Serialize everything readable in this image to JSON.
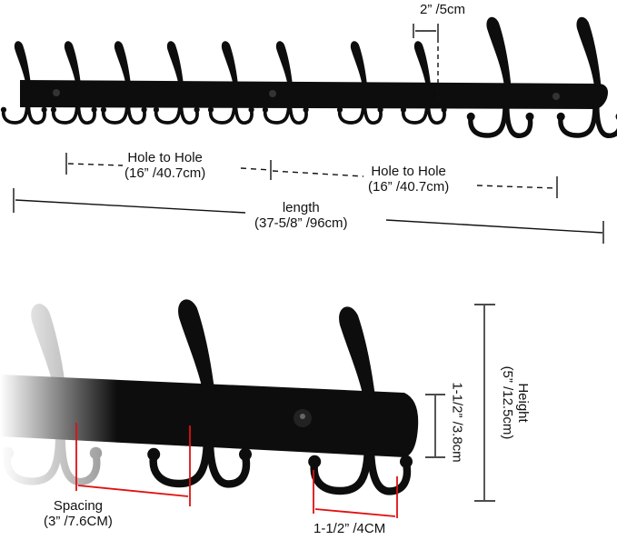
{
  "colors": {
    "product": "#0d0d0d",
    "dimension_line": "#111111",
    "highlight_line": "#e01010"
  },
  "top_view": {
    "hook_spacing_label": "2” /5cm",
    "hole_to_hole_left": {
      "title": "Hole to Hole",
      "value": "(16” /40.7cm)"
    },
    "hole_to_hole_right": {
      "title": "Hole to Hole",
      "value": "(16” /40.7cm)"
    },
    "length": {
      "title": "length",
      "value": "(37-5/8” /96cm)"
    }
  },
  "detail_view": {
    "spacing": {
      "title": "Spacing",
      "value": "(3” /7.6CM)"
    },
    "hook_width": "1-1/2” /4CM",
    "rail_height": "1-1/2” /3.8cm",
    "height": {
      "title": "Height",
      "value": "(5” /12.5cm)"
    }
  }
}
